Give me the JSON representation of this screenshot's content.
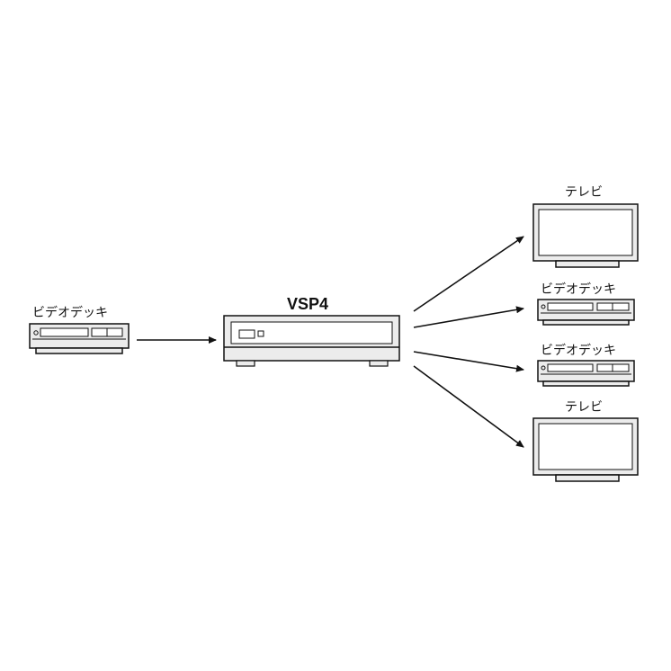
{
  "diagram": {
    "source": {
      "label": "ビデオデッキ"
    },
    "switcher": {
      "label": "VSP4"
    },
    "outputs": [
      {
        "label": "テレビ"
      },
      {
        "label": "ビデオデッキ"
      },
      {
        "label": "ビデオデッキ"
      },
      {
        "label": "テレビ"
      }
    ]
  }
}
